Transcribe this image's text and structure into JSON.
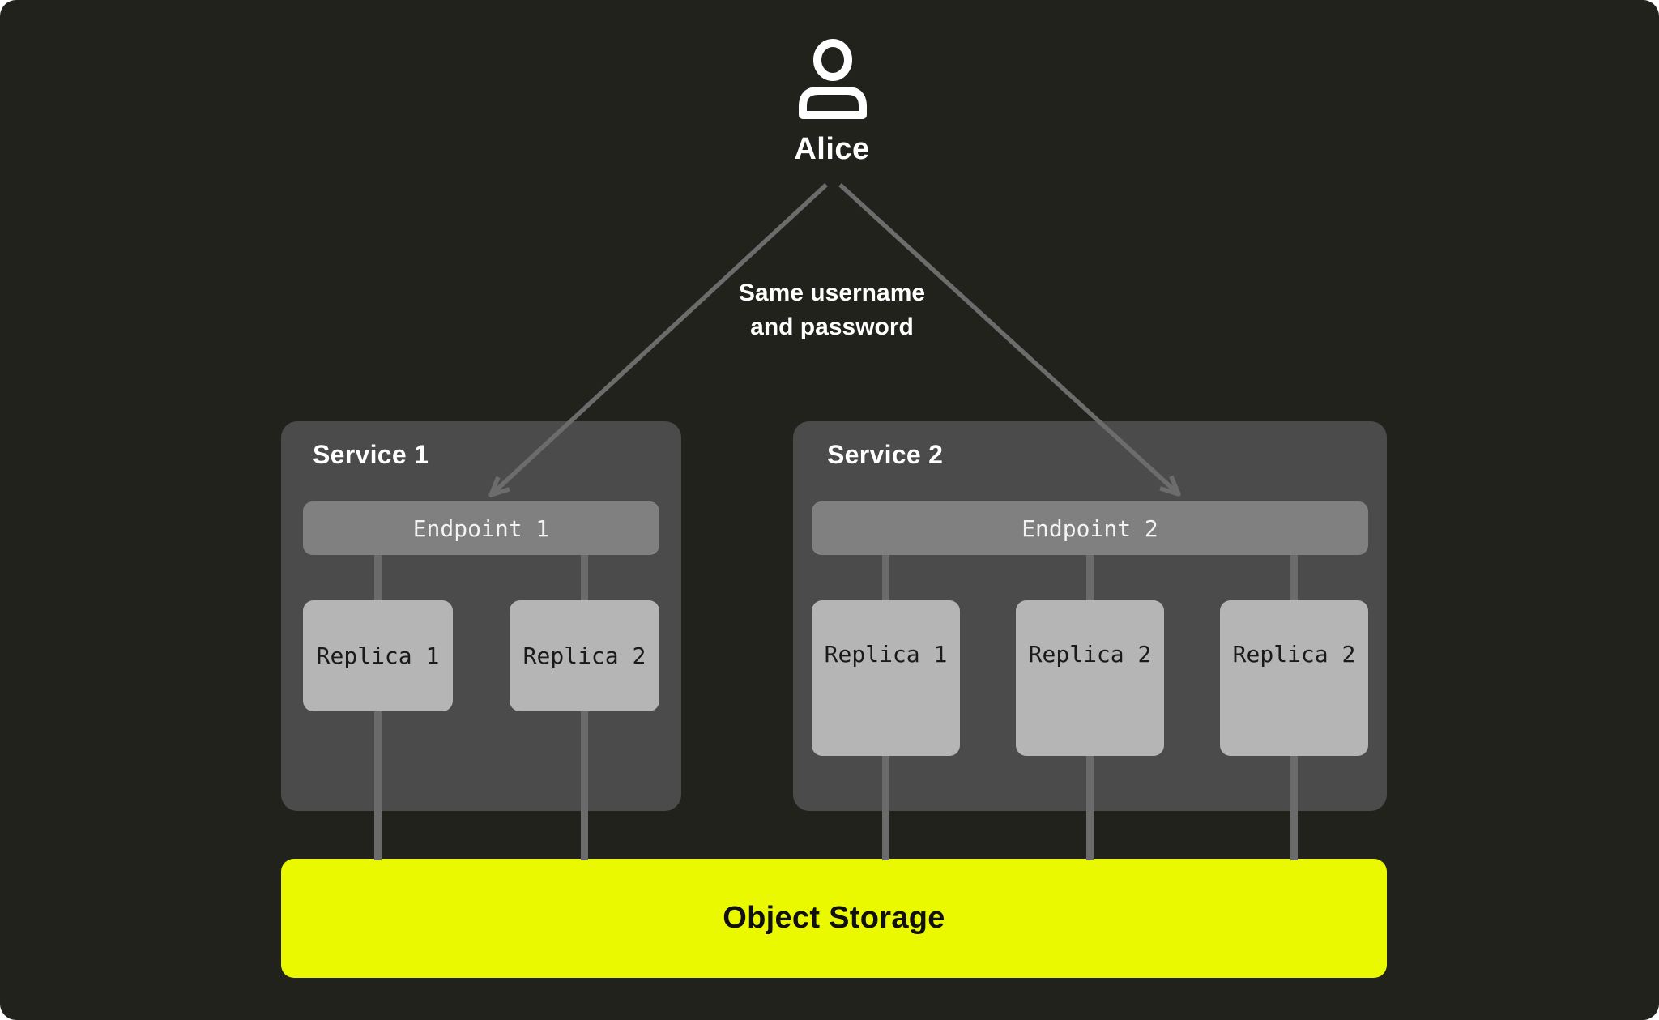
{
  "diagram": {
    "user": {
      "icon": "person-icon",
      "label": "Alice"
    },
    "connection_note": {
      "line1": "Same username",
      "line2": "and password"
    },
    "services": [
      {
        "title": "Service 1",
        "endpoint": "Endpoint 1",
        "replicas": [
          "Replica 1",
          "Replica 2"
        ]
      },
      {
        "title": "Service 2",
        "endpoint": "Endpoint 2",
        "replicas": [
          "Replica 1",
          "Replica 2",
          "Replica 2"
        ]
      }
    ],
    "storage": {
      "label": "Object Storage"
    }
  },
  "colors": {
    "canvas_background": "#21221c",
    "service_box": "#4b4b4b",
    "endpoint_box": "#808080",
    "replica_box": "#b5b5b5",
    "connector_line": "#6b6b6b",
    "arrow_line": "#6c6c6c",
    "storage_bar": "#eaf900",
    "text_light": "#ffffff",
    "text_dark": "#1a1a1a"
  }
}
